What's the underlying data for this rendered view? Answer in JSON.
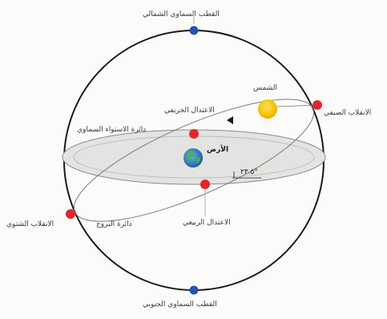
{
  "labels": {
    "north_pole": "القطب السماوي الشمالي",
    "south_pole": "القطب السماوي الجنوبي",
    "sun": "الشمس",
    "summer_solstice": "الانقلاب الصيفي",
    "autumn_equinox": "الاعتدال الخريفي",
    "celestial_equator": "دائرة الاستواء السماوي",
    "earth": "الأرض",
    "angle": "٢٣.٥°",
    "vernal_equinox": "الاعتدال الربيعي",
    "winter_solstice": "الانقلاب الشتوي",
    "ecliptic": "دائرة البروج"
  },
  "colors": {
    "equinox_point": "#e8232a",
    "pole_point": "#2a4fb4",
    "sun": "#f6c400",
    "equator_plane": "#e3e3e1",
    "outline": "#1a1a1a"
  }
}
